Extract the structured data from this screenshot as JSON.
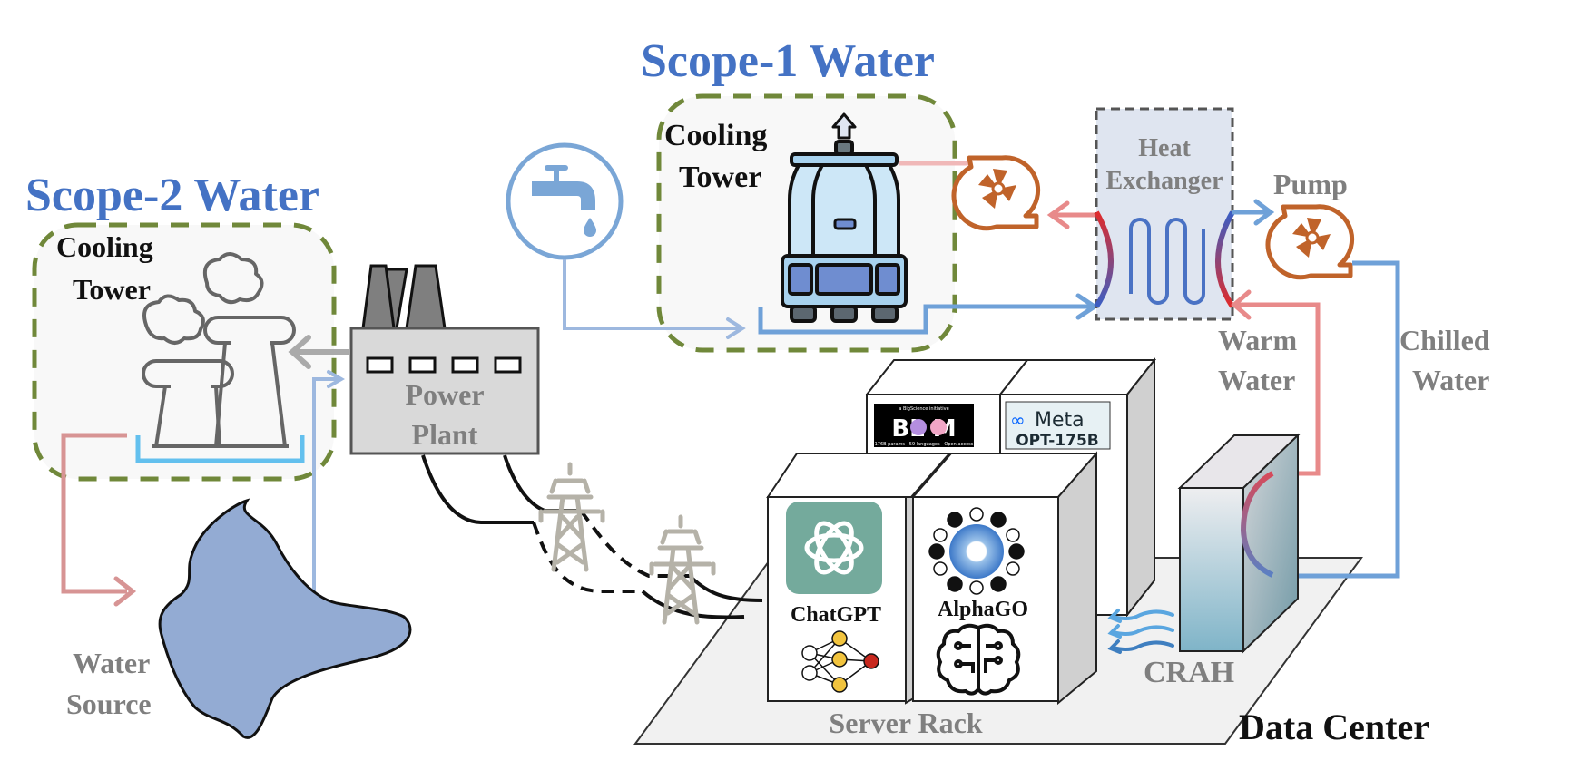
{
  "diagram": {
    "title_scope1": "Scope-1 Water",
    "title_scope2": "Scope-2 Water",
    "scope1_cooling_tower": [
      "Cooling",
      "Tower"
    ],
    "scope2_cooling_tower": [
      "Cooling",
      "Tower"
    ],
    "power_plant": [
      "Power",
      "Plant"
    ],
    "water_source": [
      "Water",
      "Source"
    ],
    "heat_exchanger": [
      "Heat",
      "Exchanger"
    ],
    "pump": "Pump",
    "warm_water": [
      "Warm",
      "Water"
    ],
    "chilled_water": [
      "Chilled",
      "Water"
    ],
    "crah": "CRAH",
    "server_rack": "Server Rack",
    "data_center": "Data Center",
    "servers": {
      "chatgpt": "ChatGPT",
      "alphago": "AlphaGO",
      "bloom": "BL  M",
      "bloom_tagline": "a BigScience initiative",
      "bloom_footer": "176B params · 59 languages · Open-access",
      "meta": "Meta",
      "opt": "OPT-175B"
    },
    "colors": {
      "scope_title": "#4472c4",
      "dashed_border": "#70883a",
      "warm": "#e88a8a",
      "cool": "#6fa1d8",
      "pump": "#c0632a",
      "gray_text": "#808080",
      "water_body": "#93abd3"
    }
  }
}
